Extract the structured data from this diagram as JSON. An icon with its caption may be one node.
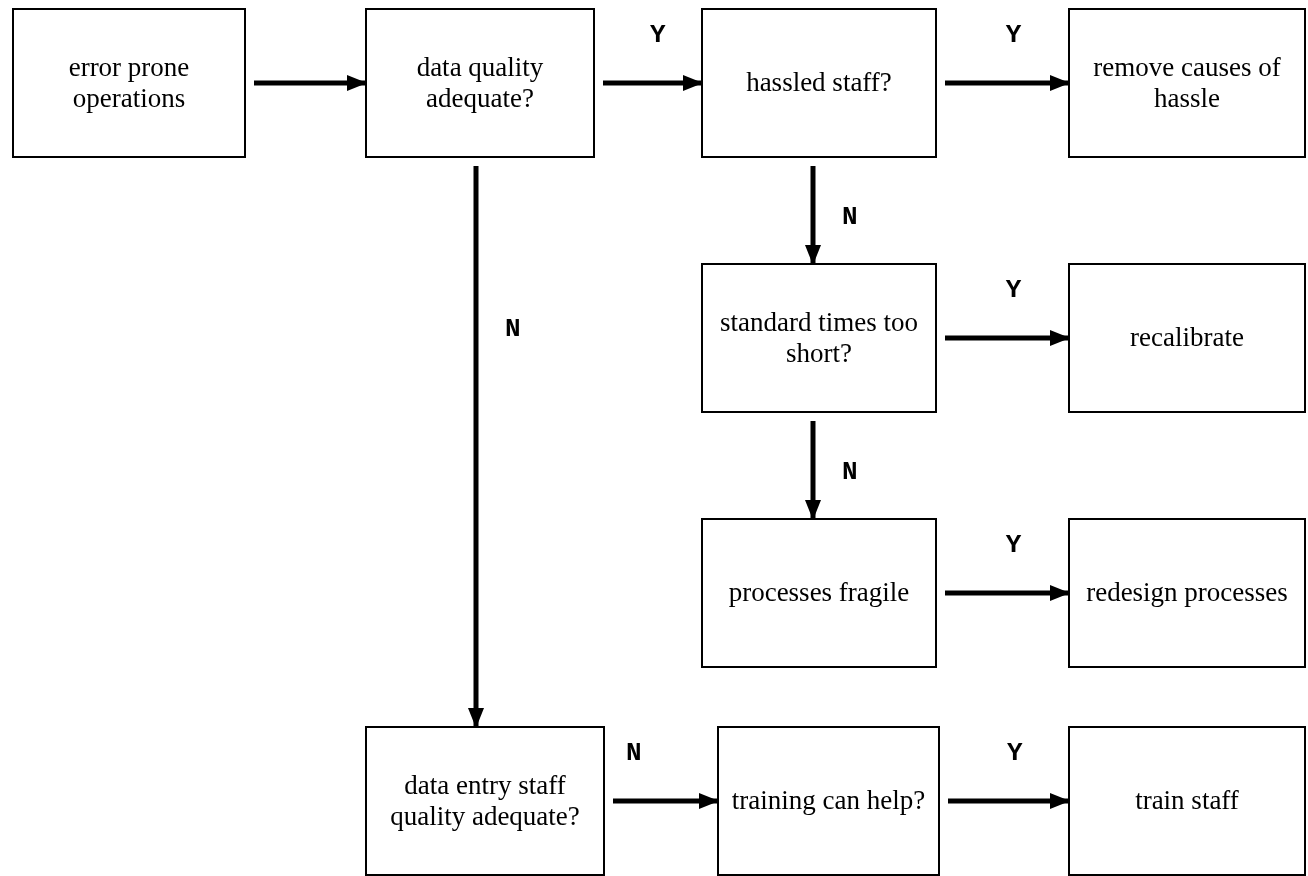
{
  "diagram": {
    "nodes": [
      {
        "text": [
          "error prone operations"
        ]
      },
      {
        "text": [
          "data quality adequate?"
        ]
      },
      {
        "text": [
          "hassled  staff?"
        ]
      },
      {
        "text": [
          "remove causes of hassle"
        ]
      },
      {
        "text": [
          "standard times too short?"
        ]
      },
      {
        "text": [
          "recalibrate"
        ]
      },
      {
        "text": [
          "processes fragile"
        ]
      },
      {
        "text": [
          "redesign processes"
        ]
      },
      {
        "text": [
          "data entry staff quality adequate?"
        ]
      },
      {
        "text": [
          "training can help?"
        ]
      },
      {
        "text": [
          "train staff"
        ]
      }
    ],
    "edges": [
      {
        "from": 0,
        "to": 1,
        "arrow": "to"
      },
      {
        "from": 1,
        "to": 2,
        "arrow": "to",
        "label": "Y"
      },
      {
        "from": 2,
        "to": 3,
        "arrow": "to",
        "label": "Y"
      },
      {
        "from": 2,
        "to": 4,
        "arrow": "to",
        "label": "N"
      },
      {
        "from": 4,
        "to": 5,
        "arrow": "to",
        "label": "Y"
      },
      {
        "from": 4,
        "to": 6,
        "arrow": "to",
        "label": "N"
      },
      {
        "from": 6,
        "to": 7,
        "arrow": "to",
        "label": "Y"
      },
      {
        "from": 1,
        "to": 8,
        "arrow": "to",
        "label": "N"
      },
      {
        "from": 8,
        "to": 9,
        "arrow": "to",
        "label": "N"
      },
      {
        "from": 9,
        "to": 10,
        "arrow": "to",
        "label": "Y"
      }
    ]
  }
}
